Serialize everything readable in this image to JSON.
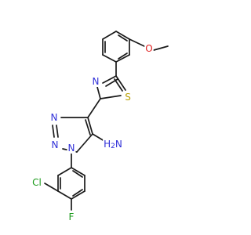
{
  "colors": {
    "bond": "#1a1a1a",
    "carbon": "#1a1a1a",
    "nitrogen": "#3030d8",
    "oxygen": "#e02020",
    "sulfur": "#b8a000",
    "chlorine": "#1a9a1a",
    "fluorine": "#1a9a1a"
  },
  "atoms": {
    "n_a": {
      "label": "N",
      "color": "nitrogen"
    },
    "n_b": {
      "label": "N",
      "color": "nitrogen"
    },
    "n_c": {
      "label": "N",
      "color": "nitrogen"
    },
    "n_thiazole": {
      "label": "N",
      "color": "nitrogen"
    },
    "s_thiazole": {
      "label": "S",
      "color": "sulfur"
    },
    "o_methoxy": {
      "label": "O",
      "color": "oxygen"
    },
    "nh2": {
      "label": "H2N",
      "color": "nitrogen"
    },
    "cl": {
      "label": "Cl",
      "color": "chlorine"
    },
    "f": {
      "label": "F",
      "color": "fluorine"
    }
  }
}
